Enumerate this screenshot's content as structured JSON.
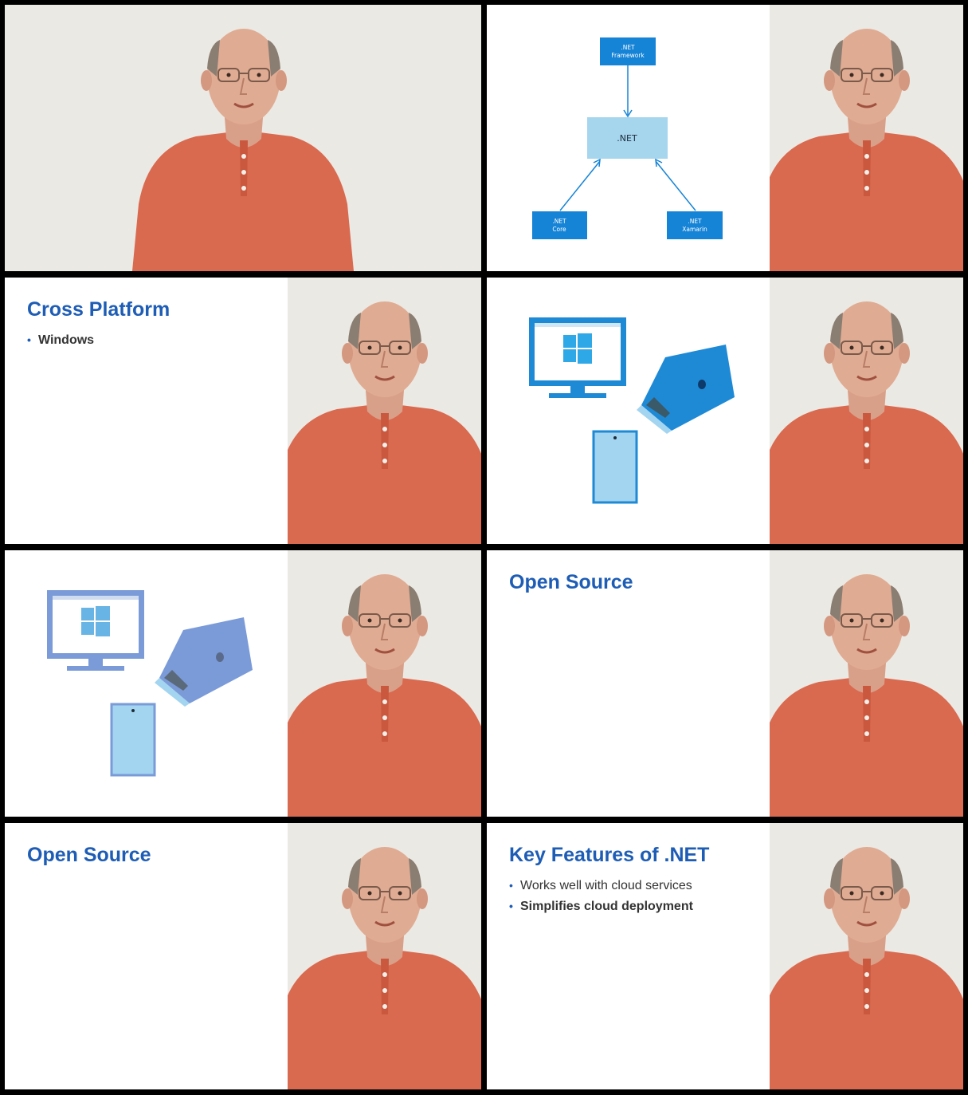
{
  "colors": {
    "accent_blue": "#1e5db5",
    "node_blue": "#1583d6",
    "node_light": "#a6d5ee",
    "device_blue": "#1e8ad6",
    "device_light": "#a3d4f0",
    "device_violet": "#7a9bd8",
    "presenter_bg": "#ebe9e3",
    "shirt": "#d9694f"
  },
  "frame2": {
    "diagram": {
      "top_node": [
        ".NET",
        "Framework"
      ],
      "center_node": ".NET",
      "left_node": [
        ".NET",
        "Core"
      ],
      "right_node": [
        ".NET",
        "Xamarin"
      ]
    }
  },
  "frame3": {
    "title": "Cross Platform",
    "bullets": [
      "Windows"
    ]
  },
  "frame4": {
    "devices": [
      "windows-monitor-icon",
      "apple-laptop-icon",
      "phone-icon"
    ]
  },
  "frame5": {
    "devices": [
      "windows-monitor-icon",
      "apple-laptop-icon",
      "phone-icon"
    ]
  },
  "frame6": {
    "title": "Open Source"
  },
  "frame7": {
    "title": "Open Source"
  },
  "frame8": {
    "title": "Key Features of .NET",
    "bullets": [
      "Works well with cloud services",
      "Simplifies cloud deployment"
    ]
  }
}
